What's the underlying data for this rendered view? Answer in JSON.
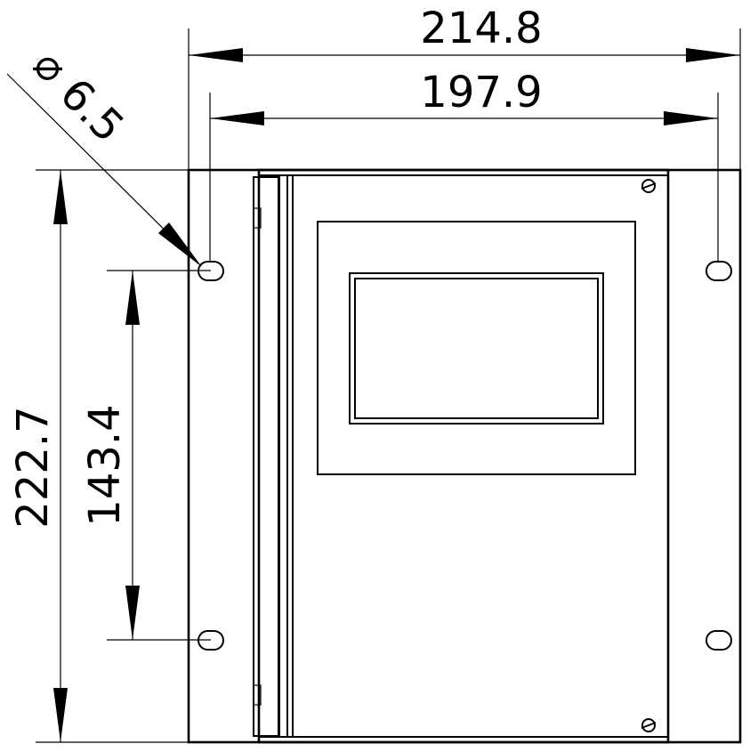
{
  "drawing": {
    "dimensions": {
      "overall_width": "214.8",
      "hole_spacing_horizontal": "197.9",
      "overall_height": "222.7",
      "hole_spacing_vertical": "143.4",
      "hole_diameter_symbol": "⌀",
      "hole_diameter_value": "6.5"
    }
  }
}
